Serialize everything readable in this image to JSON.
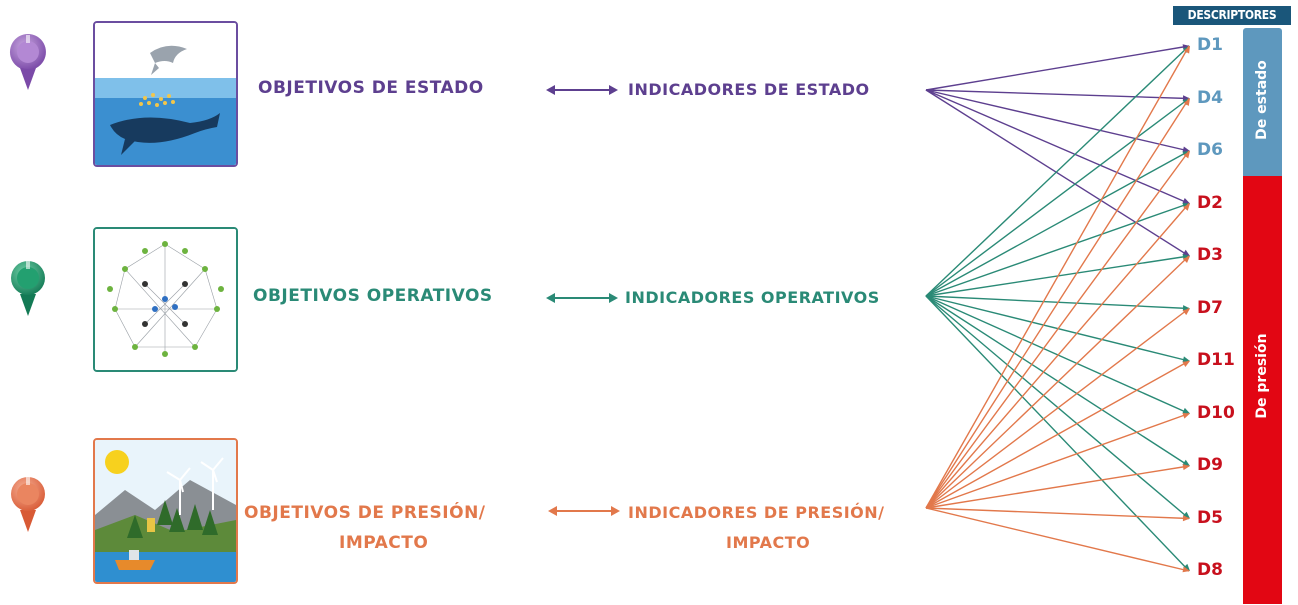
{
  "header": {
    "descriptores_label": "DESCRIPTORES"
  },
  "bars": {
    "estado_label": "De estado",
    "presion_label": "De presión"
  },
  "rows": [
    {
      "id": "estado",
      "color": "#5d3f8f",
      "objective_lines": [
        "OBJETIVOS DE ESTADO"
      ],
      "indicator_lines": [
        "INDICADORES DE ESTADO"
      ],
      "links_to": [
        "D1",
        "D4",
        "D6",
        "D2",
        "D3"
      ]
    },
    {
      "id": "operativos",
      "color": "#2a8a76",
      "objective_lines": [
        "OBJETIVOS OPERATIVOS"
      ],
      "indicator_lines": [
        "INDICADORES OPERATIVOS"
      ],
      "links_to": [
        "D1",
        "D4",
        "D6",
        "D2",
        "D3",
        "D7",
        "D11",
        "D10",
        "D9",
        "D5",
        "D8"
      ]
    },
    {
      "id": "presion",
      "color": "#e2784b",
      "objective_lines": [
        "OBJETIVOS DE PRESIÓN/",
        "IMPACTO"
      ],
      "indicator_lines": [
        "INDICADORES DE PRESIÓN/",
        "IMPACTO"
      ],
      "links_to": [
        "D1",
        "D4",
        "D6",
        "D2",
        "D3",
        "D7",
        "D11",
        "D10",
        "D9",
        "D5",
        "D8"
      ]
    }
  ],
  "descriptors": [
    {
      "label": "D1",
      "group": "estado",
      "color": "#5e98be"
    },
    {
      "label": "D4",
      "group": "estado",
      "color": "#5e98be"
    },
    {
      "label": "D6",
      "group": "estado",
      "color": "#5e98be"
    },
    {
      "label": "D2",
      "group": "presion",
      "color": "#c8101d"
    },
    {
      "label": "D3",
      "group": "presion",
      "color": "#c8101d"
    },
    {
      "label": "D7",
      "group": "presion",
      "color": "#c8101d"
    },
    {
      "label": "D11",
      "group": "presion",
      "color": "#c8101d"
    },
    {
      "label": "D10",
      "group": "presion",
      "color": "#c8101d"
    },
    {
      "label": "D9",
      "group": "presion",
      "color": "#c8101d"
    },
    {
      "label": "D5",
      "group": "presion",
      "color": "#c8101d"
    },
    {
      "label": "D8",
      "group": "presion",
      "color": "#c8101d"
    }
  ]
}
